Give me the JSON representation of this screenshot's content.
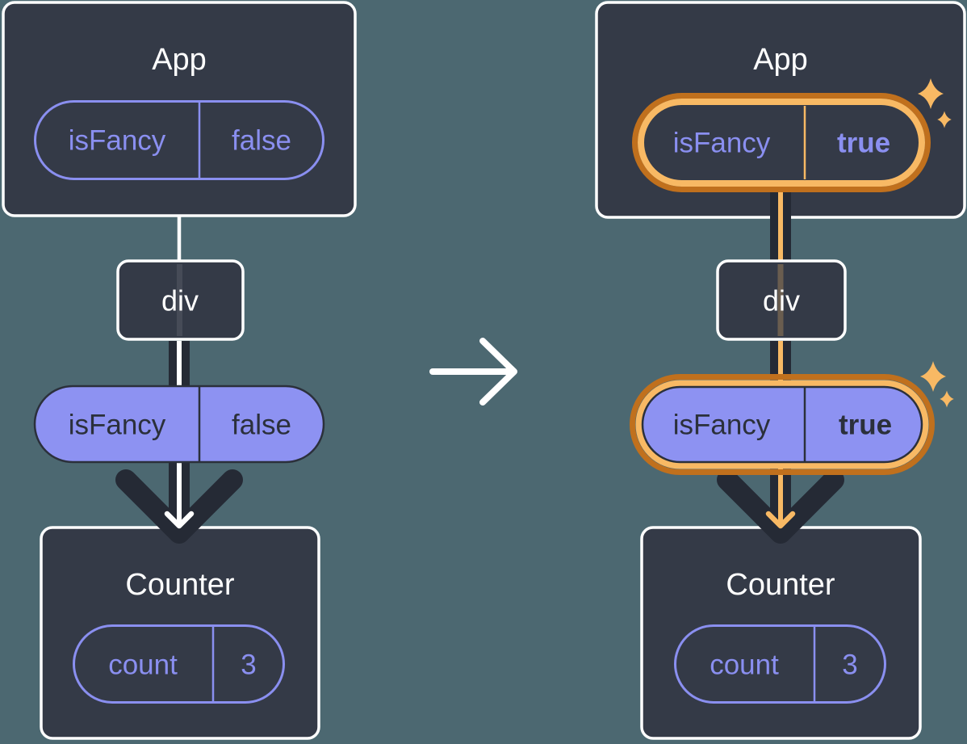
{
  "colors": {
    "background": "#4c6871",
    "box-fill": "#343a47",
    "box-border": "#ffffff",
    "purple": "#8a8ff0",
    "purple-fill": "#8d92f2",
    "ink": "#2b303b",
    "arrow-dark": "#252a35",
    "orange-dark": "#c0701d",
    "orange-light": "#f8b964",
    "white": "#ffffff"
  },
  "icons": {
    "transition": "right-arrow-icon",
    "highlight": "sparkle-icon"
  },
  "before": {
    "app_label": "App",
    "app_state_name": "isFancy",
    "app_state_value": "false",
    "div_label": "div",
    "prop_name": "isFancy",
    "prop_value": "false",
    "counter_label": "Counter",
    "counter_state_name": "count",
    "counter_state_value": "3"
  },
  "after": {
    "app_label": "App",
    "app_state_name": "isFancy",
    "app_state_value": "true",
    "div_label": "div",
    "prop_name": "isFancy",
    "prop_value": "true",
    "counter_label": "Counter",
    "counter_state_name": "count",
    "counter_state_value": "3"
  }
}
